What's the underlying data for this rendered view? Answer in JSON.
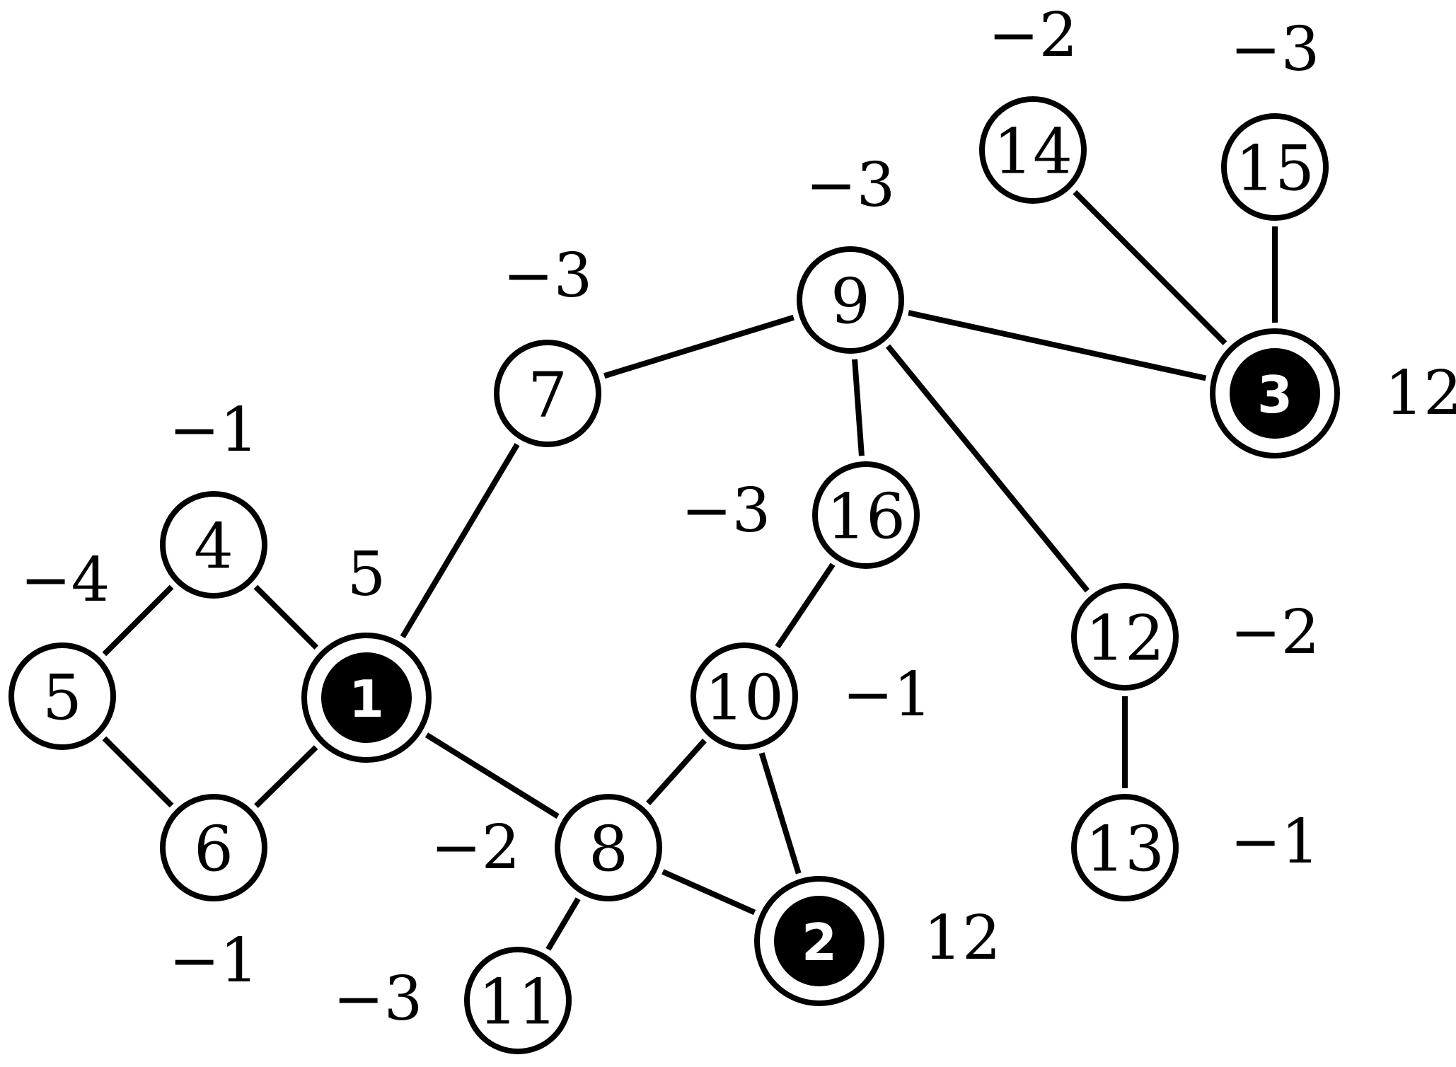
{
  "nodes": [
    {
      "id": "1",
      "label": "1",
      "weight": "5",
      "terminal": true
    },
    {
      "id": "2",
      "label": "2",
      "weight": "12",
      "terminal": true
    },
    {
      "id": "3",
      "label": "3",
      "weight": "12",
      "terminal": true
    },
    {
      "id": "4",
      "label": "4",
      "weight": "−1",
      "terminal": false
    },
    {
      "id": "5",
      "label": "5",
      "weight": "−4",
      "terminal": false
    },
    {
      "id": "6",
      "label": "6",
      "weight": "−1",
      "terminal": false
    },
    {
      "id": "7",
      "label": "7",
      "weight": "−3",
      "terminal": false
    },
    {
      "id": "8",
      "label": "8",
      "weight": "−2",
      "terminal": false
    },
    {
      "id": "9",
      "label": "9",
      "weight": "−3",
      "terminal": false
    },
    {
      "id": "10",
      "label": "10",
      "weight": "−1",
      "terminal": false
    },
    {
      "id": "11",
      "label": "11",
      "weight": "−3",
      "terminal": false
    },
    {
      "id": "12",
      "label": "12",
      "weight": "−2",
      "terminal": false
    },
    {
      "id": "13",
      "label": "13",
      "weight": "−1",
      "terminal": false
    },
    {
      "id": "14",
      "label": "14",
      "weight": "−2",
      "terminal": false
    },
    {
      "id": "15",
      "label": "15",
      "weight": "−3",
      "terminal": false
    },
    {
      "id": "16",
      "label": "16",
      "weight": "−3",
      "terminal": false
    }
  ],
  "edges": [
    [
      "4",
      "1"
    ],
    [
      "4",
      "5"
    ],
    [
      "5",
      "6"
    ],
    [
      "6",
      "1"
    ],
    [
      "1",
      "7"
    ],
    [
      "1",
      "8"
    ],
    [
      "7",
      "9"
    ],
    [
      "9",
      "3"
    ],
    [
      "9",
      "16"
    ],
    [
      "9",
      "12"
    ],
    [
      "16",
      "10"
    ],
    [
      "10",
      "8"
    ],
    [
      "10",
      "2"
    ],
    [
      "8",
      "2"
    ],
    [
      "8",
      "11"
    ],
    [
      "12",
      "13"
    ],
    [
      "14",
      "3"
    ],
    [
      "15",
      "3"
    ]
  ]
}
